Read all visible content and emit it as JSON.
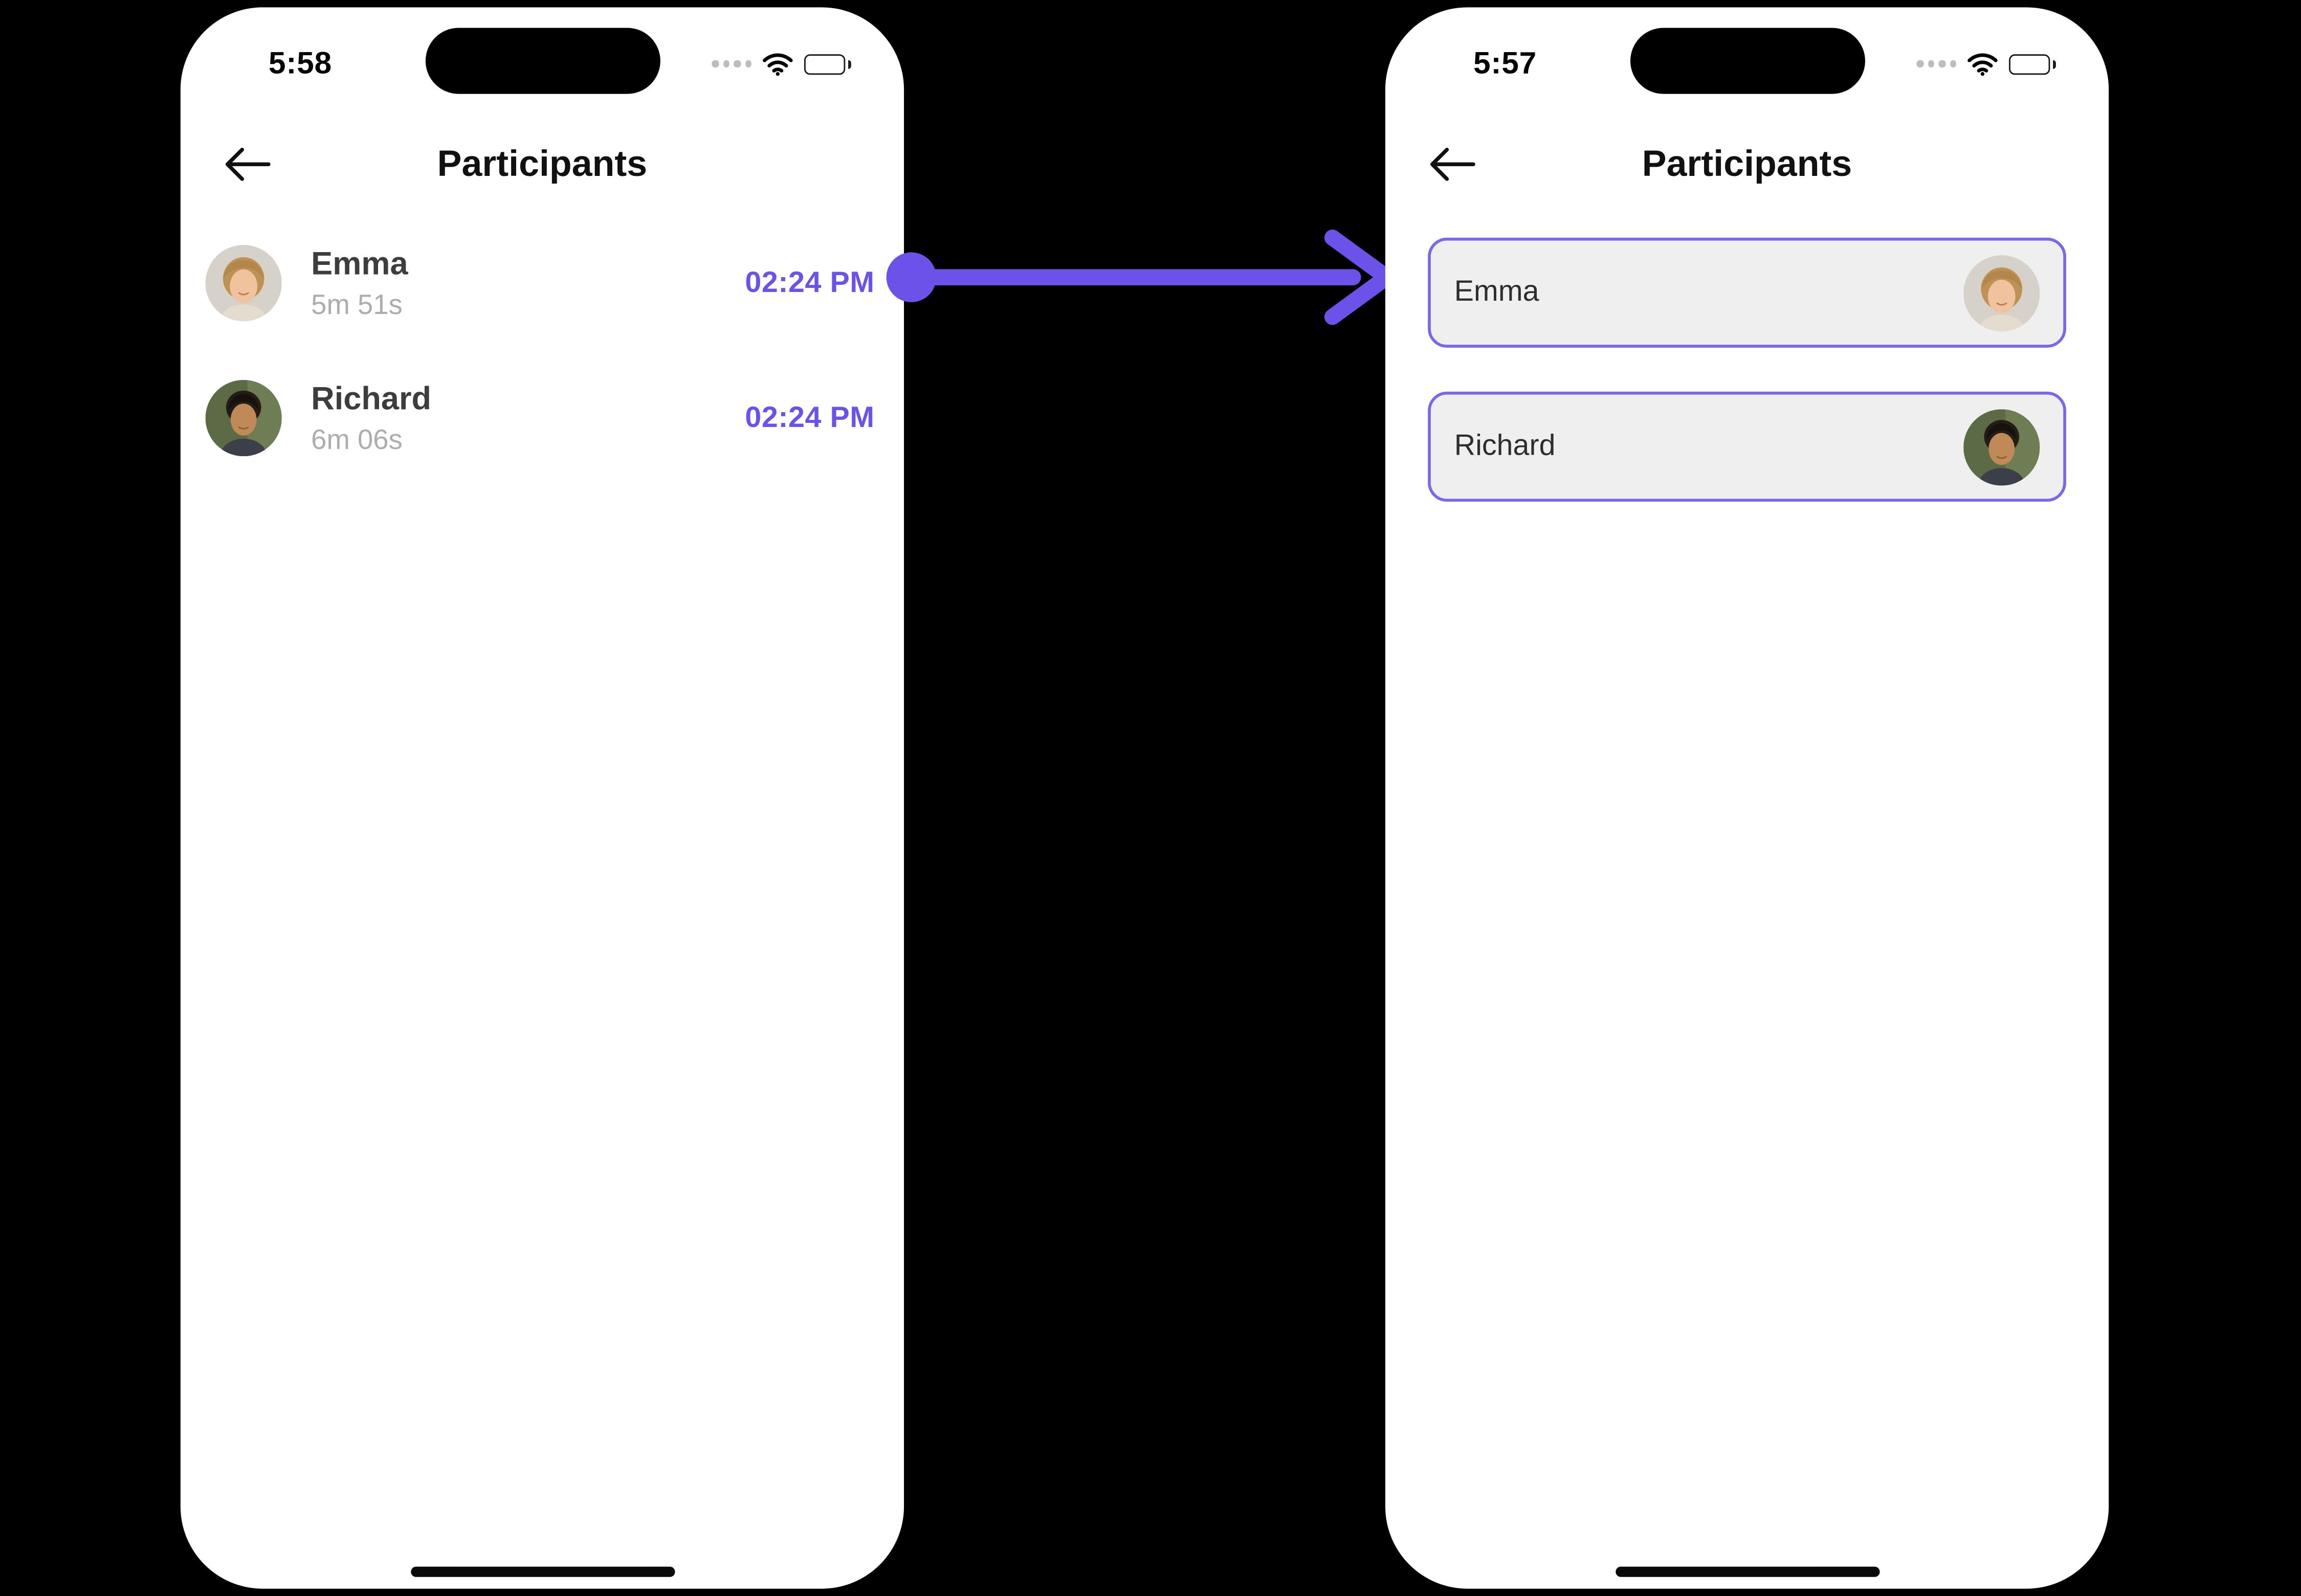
{
  "colors": {
    "accent": "#6C52E8",
    "card_bg": "#EFEFEF",
    "card_border": "#7C66EA",
    "name_text": "#3D3D3D",
    "duration_text": "#ADADAD",
    "phone_bg": "#FFFFFF",
    "page_bg": "#000000"
  },
  "left_phone": {
    "status_bar": {
      "time": "5:58"
    },
    "header": {
      "title": "Participants"
    },
    "participants": [
      {
        "name": "Emma",
        "duration": "5m 51s",
        "time": "02:24 PM",
        "avatar": "emma-avatar"
      },
      {
        "name": "Richard",
        "duration": "6m 06s",
        "time": "02:24 PM",
        "avatar": "richard-avatar"
      }
    ]
  },
  "right_phone": {
    "status_bar": {
      "time": "5:57"
    },
    "header": {
      "title": "Participants"
    },
    "participants": [
      {
        "name": "Emma",
        "avatar": "emma-avatar"
      },
      {
        "name": "Richard",
        "avatar": "richard-avatar"
      }
    ]
  }
}
